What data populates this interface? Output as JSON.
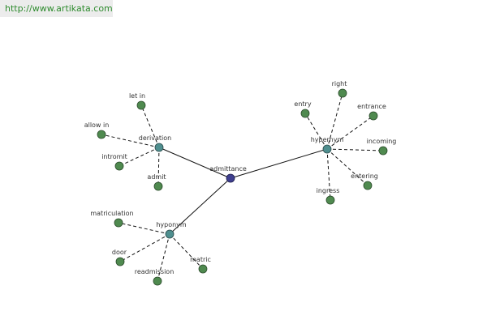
{
  "site_url": "http://www.artikata.com",
  "center": {
    "label": "admittance",
    "color": "#3f3f8f"
  },
  "hubs": [
    {
      "id": "derivation",
      "label": "derivation",
      "color": "#4f8f8f"
    },
    {
      "id": "hyponym",
      "label": "hyponym",
      "color": "#4f8f8f"
    },
    {
      "id": "hypernym",
      "label": "hypernym",
      "color": "#4f8f8f"
    }
  ],
  "leaves": [
    {
      "hub": "derivation",
      "label": "let in"
    },
    {
      "hub": "derivation",
      "label": "allow in"
    },
    {
      "hub": "derivation",
      "label": "intromit"
    },
    {
      "hub": "derivation",
      "label": "admit"
    },
    {
      "hub": "hyponym",
      "label": "matriculation"
    },
    {
      "hub": "hyponym",
      "label": "door"
    },
    {
      "hub": "hyponym",
      "label": "readmission"
    },
    {
      "hub": "hyponym",
      "label": "matric"
    },
    {
      "hub": "hypernym",
      "label": "right"
    },
    {
      "hub": "hypernym",
      "label": "entry"
    },
    {
      "hub": "hypernym",
      "label": "entrance"
    },
    {
      "hub": "hypernym",
      "label": "incoming"
    },
    {
      "hub": "hypernym",
      "label": "entering"
    },
    {
      "hub": "hypernym",
      "label": "ingress"
    }
  ],
  "leaf_color": "#4f8a4f"
}
